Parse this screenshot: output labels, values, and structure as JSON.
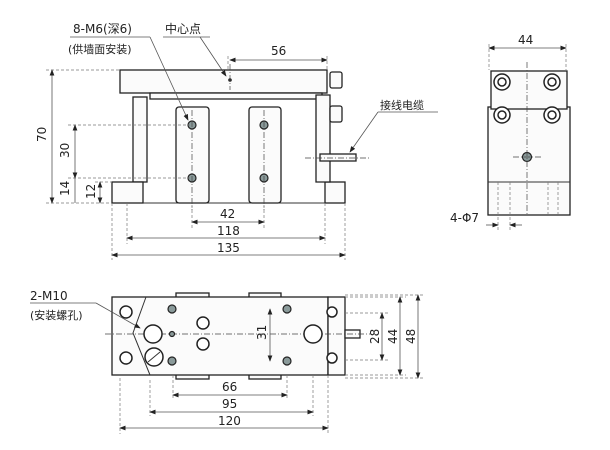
{
  "front_view": {
    "label_thread": "8-M6(深6)",
    "label_thread_note": "(供墙面安装)",
    "label_center": "中心点",
    "label_cable": "接线电缆",
    "dim_56": "56",
    "dim_70": "70",
    "dim_30": "30",
    "dim_14": "14",
    "dim_12": "12",
    "dim_42": "42",
    "dim_118": "118",
    "dim_135": "135"
  },
  "side_view": {
    "dim_44": "44",
    "label_holes": "4-Φ7"
  },
  "bottom_view": {
    "label_thread": "2-M10",
    "label_thread_note": "(安装螺孔)",
    "dim_31": "31",
    "dim_28": "28",
    "dim_44": "44",
    "dim_48": "48",
    "dim_66": "66",
    "dim_95": "95",
    "dim_120": "120"
  }
}
